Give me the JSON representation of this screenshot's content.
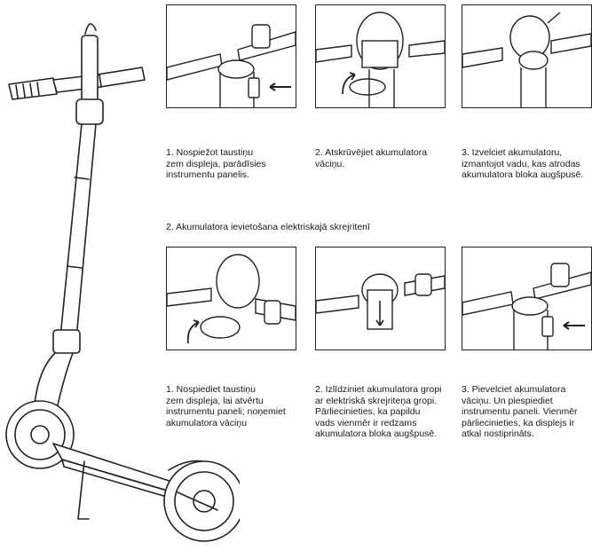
{
  "section_title": "2. Akumulatora ievietošana elektriskajā skrejritenī",
  "steps_top": [
    {
      "lines": [
        "1. Nospiežot taustiņu",
        "zem displeja, parādīsies",
        "instrumentu panelis."
      ]
    },
    {
      "lines": [
        "2. Atskrūvējiet akumulatora",
        "vāciņu."
      ]
    },
    {
      "lines": [
        "3. Izvelciet akumulatoru,",
        "izmantojot vadu, kas atrodas",
        "akumulatora bloka augšpusē."
      ]
    }
  ],
  "steps_bottom": [
    {
      "lines": [
        "1. Nospiediet taustiņu",
        "zem displeja, lai atvērtu",
        "instrumentu paneli; noņemiet",
        "akumulatora vāciņu"
      ]
    },
    {
      "lines": [
        "2. Izlīdziniet akumulatora gropi",
        "ar elektriskā skrejriteņa gropi.",
        "Pārliecinieties, ka papildu",
        "vads vienmēr ir redzams",
        "akumulatora bloka augšpusē."
      ]
    },
    {
      "lines": [
        "3. Pievelciet akumulatora",
        "vāciņu. Un piespiediet",
        "instrumentu paneli. Vienmēr",
        "pārliecinieties, ka displejs ir",
        "atkal nostiprināts."
      ]
    }
  ]
}
